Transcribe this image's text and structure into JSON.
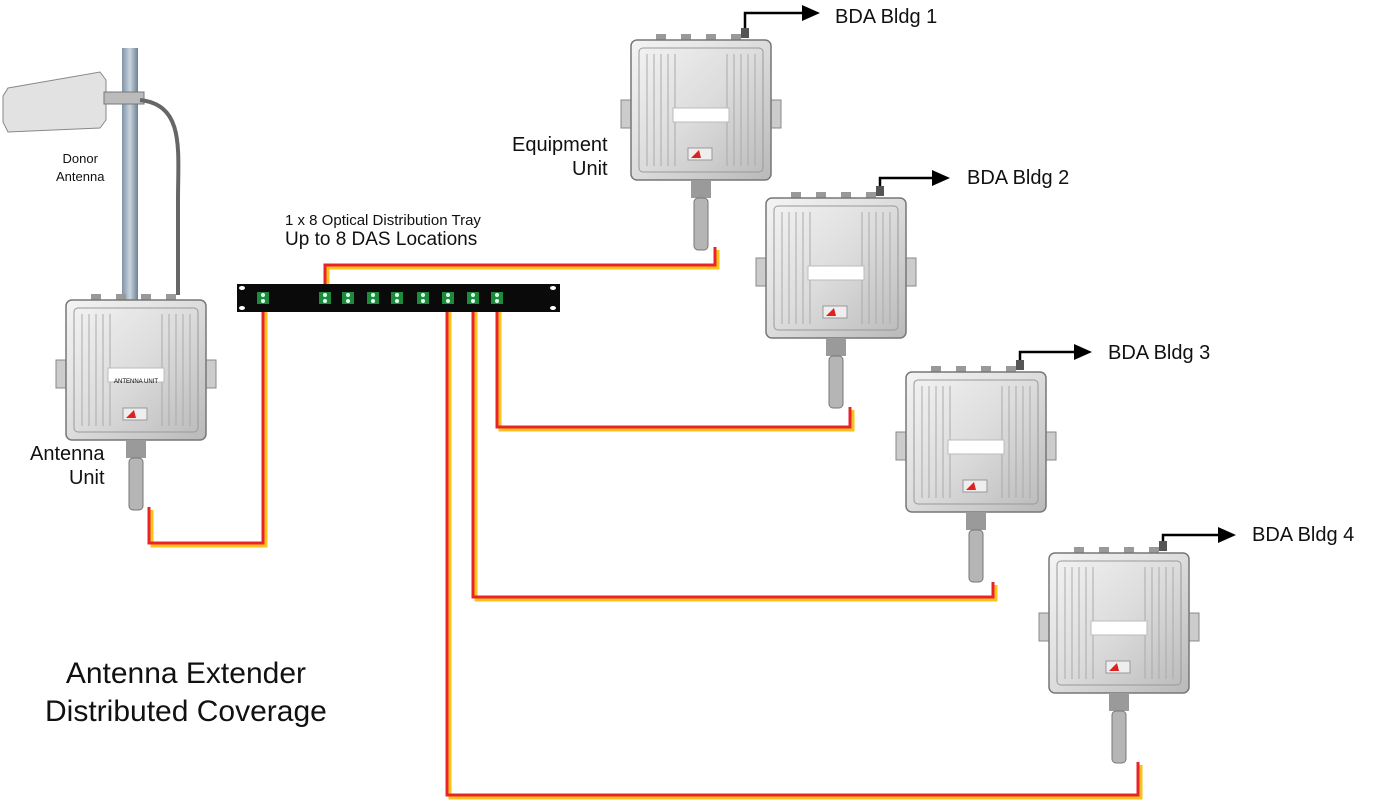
{
  "title": [
    "Antenna Extender",
    "Distributed Coverage"
  ],
  "donor_antenna": [
    "Donor",
    "Antenna"
  ],
  "antenna_unit": {
    "label": [
      "Antenna",
      "Unit"
    ],
    "plate": "ANTENNA UNIT"
  },
  "equipment_unit": {
    "label": [
      "Equipment",
      "Unit"
    ]
  },
  "tray": {
    "line1": "1 x 8 Optical Distribution Tray",
    "line2": "Up to 8 DAS Locations"
  },
  "bda": [
    "BDA Bldg 1",
    "BDA Bldg 2",
    "BDA Bldg 3",
    "BDA Bldg 4"
  ],
  "colors": {
    "fiber_red": "#e8242b",
    "fiber_yellow": "#f7c21b",
    "tray": "#0a0a0a",
    "port": "#1e8a3c"
  }
}
